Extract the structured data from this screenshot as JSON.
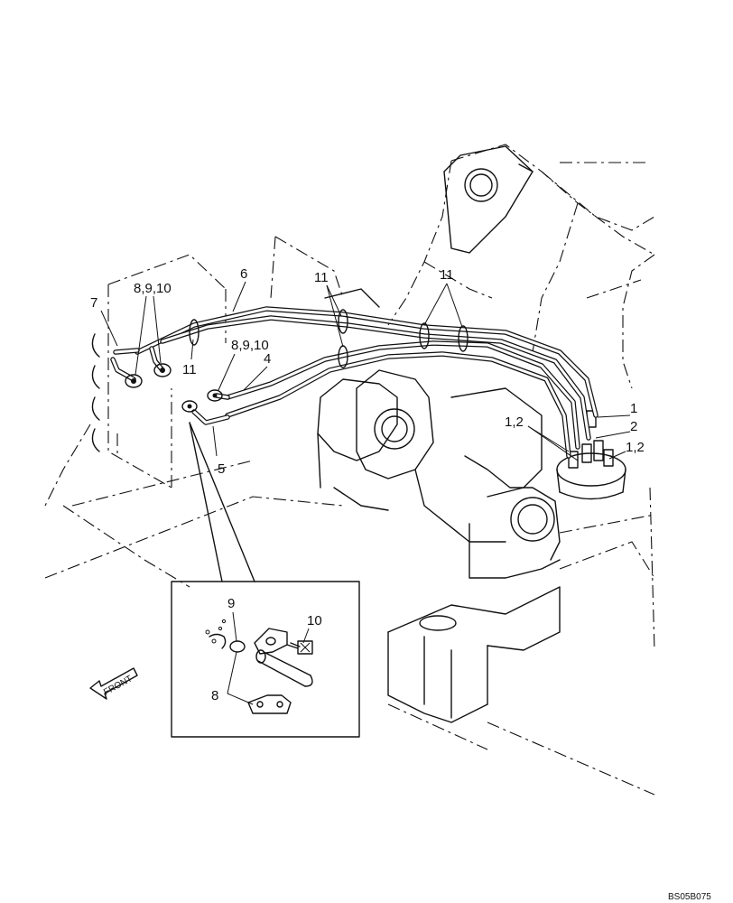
{
  "callouts": {
    "c7": "7",
    "c8910_top": "8,9,10",
    "c6": "6",
    "c11_left": "11",
    "c11_mid": "11",
    "c11_right": "11",
    "c8910_mid": "8,9,10",
    "c4": "4",
    "c5": "5",
    "c1": "1",
    "c2": "2",
    "c12_left": "1,2",
    "c12_right": "1,2",
    "c9_detail": "9",
    "c10_detail": "10",
    "c8_detail": "8"
  },
  "front_arrow": "FRONT",
  "drawing_code": "BS05B075",
  "icons": {
    "front_arrow": "front-direction-arrow",
    "detail_inset": "flange-detail-inset"
  }
}
